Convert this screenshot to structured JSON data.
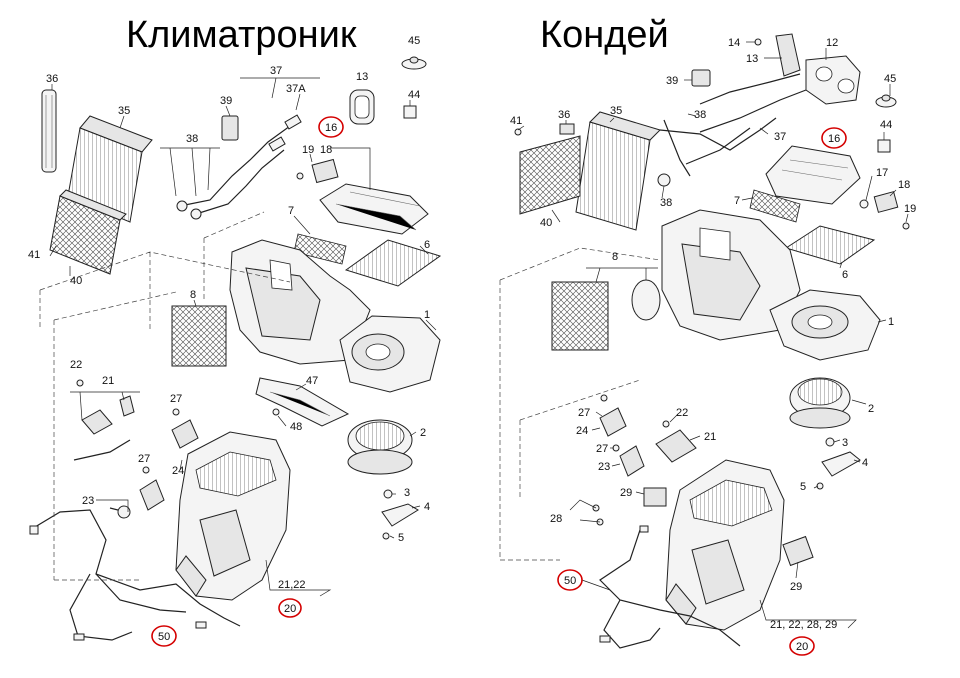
{
  "headings": {
    "left": "Климатроник",
    "right": "Кондей"
  },
  "left_labels": {
    "l36": "36",
    "l35": "35",
    "l37": "37",
    "l37a": "37A",
    "l39": "39",
    "l38": "38",
    "l13": "13",
    "l45": "45",
    "l44": "44",
    "l16": "16",
    "l19": "19",
    "l18": "18",
    "l7": "7",
    "l6": "6",
    "l41": "41",
    "l40": "40",
    "l8": "8",
    "l1": "1",
    "l22": "22",
    "l21": "21",
    "l27a": "27",
    "l27b": "27",
    "l47": "47",
    "l48": "48",
    "l2": "2",
    "l24": "24",
    "l23": "23",
    "l3": "3",
    "l4": "4",
    "l5": "5",
    "l2122": "21,22",
    "l20": "20",
    "l50": "50"
  },
  "right_labels": {
    "r14": "14",
    "r12": "12",
    "r13": "13",
    "r39": "39",
    "r45": "45",
    "r41": "41",
    "r36": "36",
    "r35": "35",
    "r38a": "38",
    "r37": "37",
    "r16": "16",
    "r44": "44",
    "r40": "40",
    "r38b": "38",
    "r7": "7",
    "r17": "17",
    "r18": "18",
    "r19": "19",
    "r6": "6",
    "r8": "8",
    "r1": "1",
    "r2": "2",
    "r27a": "27",
    "r22": "22",
    "r24": "24",
    "r21": "21",
    "r27b": "27",
    "r3": "3",
    "r23": "23",
    "r4": "4",
    "r5": "5",
    "r29a": "29",
    "r28": "28",
    "r29b": "29",
    "r50": "50",
    "r21222829": "21, 22, 28, 29",
    "r20": "20"
  }
}
